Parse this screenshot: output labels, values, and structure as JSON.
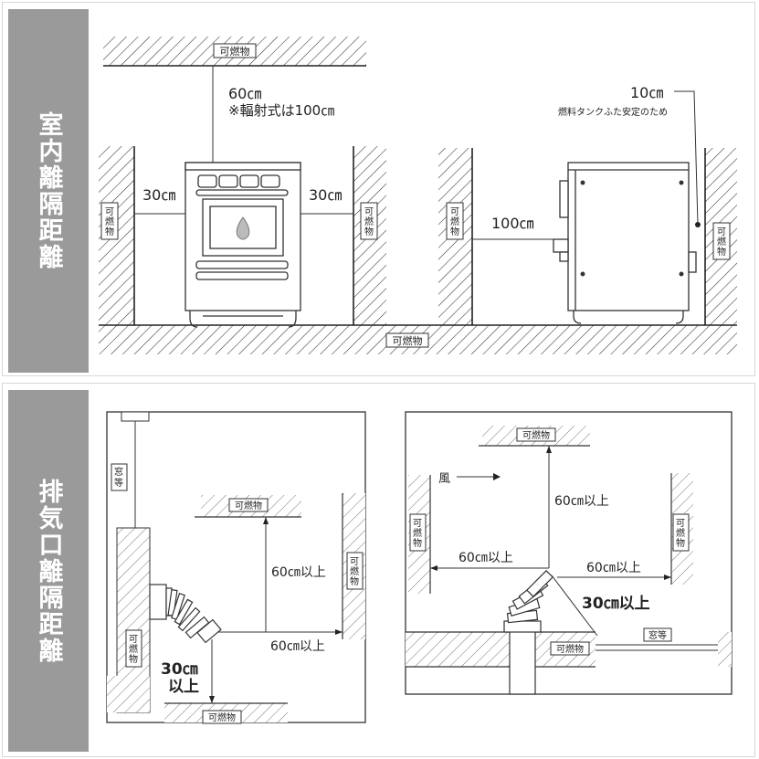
{
  "sections": {
    "indoor": "室内離隔距離",
    "exhaust": "排気口離隔距離"
  },
  "labels": {
    "combustible": "可燃物",
    "window": "窓等",
    "wind": "風"
  },
  "indoor": {
    "top_clearance": "60㎝",
    "radiant_note": "※輻射式は100㎝",
    "left_clearance": "30㎝",
    "right_clearance": "30㎝",
    "rear_clearance": "10㎝",
    "tank_note": "燃料タンクふた安定のため",
    "front_clearance": "100㎝"
  },
  "exhaust": {
    "left_up": "60㎝以上",
    "left_right": "60㎝以上",
    "left_below_1": "30㎝",
    "left_below_2": "以上",
    "right_up": "60㎝以上",
    "right_left": "60㎝以上",
    "right_right": "60㎝以上",
    "right_below": "30㎝以上"
  }
}
